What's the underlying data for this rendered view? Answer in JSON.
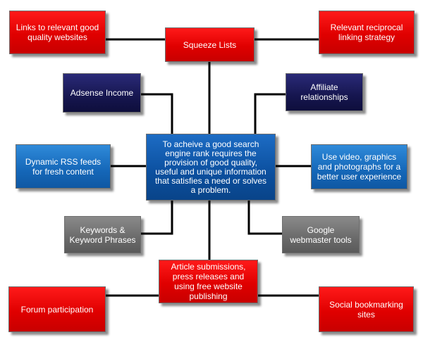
{
  "center": {
    "text": "To acheive a good search engine rank requires the provision of good quality, useful and unique information that satisfies a need or solves a problem."
  },
  "nodes": {
    "links_quality": "Links to relevant good quality websites",
    "reciprocal": "Relevant reciprocal linking strategy",
    "squeeze": "Squeeze Lists",
    "adsense": "Adsense Income",
    "affiliate": "Affiliate relationships",
    "rss": "Dynamic RSS feeds for fresh content",
    "video": "Use video, graphics and photographs for a better user experience",
    "keywords": "Keywords & Keyword Phrases",
    "google": "Google webmaster tools",
    "article": "Article submissions, press releases and using free website publishing",
    "forum": "Forum participation",
    "social": "Social bookmarking sites"
  },
  "colors": {
    "red": "#e00000",
    "navy": "#16164f",
    "blue": "#1567b8",
    "gray": "#6a6a6a",
    "center": "#0b4f9e",
    "line": "#000000"
  }
}
